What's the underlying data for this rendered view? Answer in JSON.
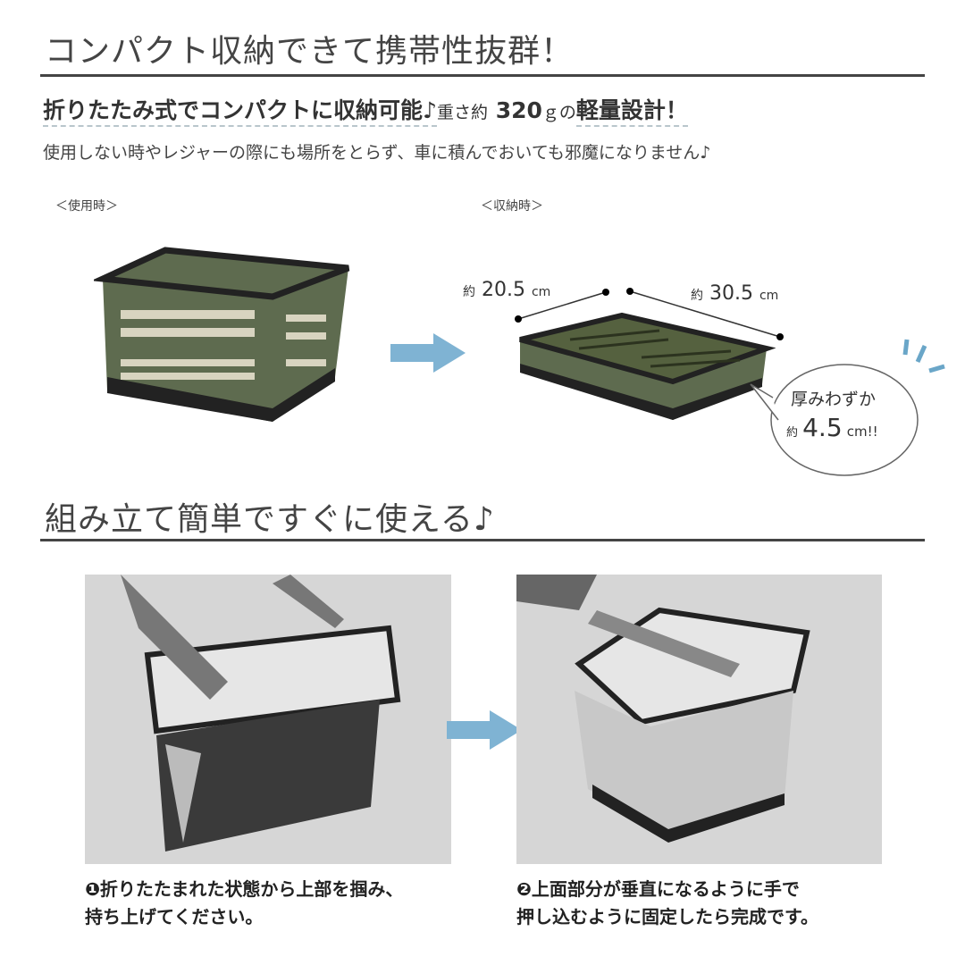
{
  "section1": {
    "title": "コンパクト収納できて携帯性抜群！",
    "subheading_a": "折りたたみ式でコンパクトに収納可能♪",
    "subheading_b": "重さ約",
    "weight": "320",
    "weight_unit": "ｇの",
    "subheading_c": "軽量設計！",
    "description": "使用しない時やレジャーの際にも場所をとらず、車に積んでおいても邪魔になりません♪",
    "label_in_use": "＜使用時＞",
    "label_stored": "＜収納時＞",
    "dim_prefix": "約",
    "dim_width": "20.5",
    "dim_length": "30.5",
    "dim_unit": "cm",
    "bubble_line1": "厚みわずか",
    "bubble_prefix": "約",
    "bubble_value": "4.5",
    "bubble_unit": "cm!!"
  },
  "section2": {
    "title": "組み立て簡単ですぐに使える♪",
    "step1_line1": "❶折りたたまれた状態から上部を掴み、",
    "step1_line2": "持ち上げてください。",
    "step2_line1": "❷上面部分が垂直になるように手で",
    "step2_line2": "押し込むように固定したら完成です。"
  },
  "colors": {
    "arrow": "#7fb3d3",
    "basket": "#5e6b4f",
    "rim": "#222222"
  }
}
